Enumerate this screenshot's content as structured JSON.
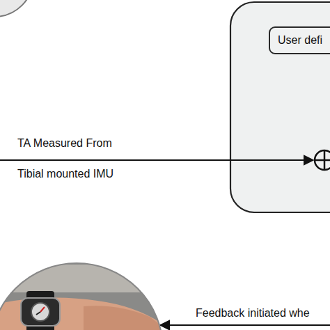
{
  "diagram": {
    "nodes": [
      {
        "text": [
          "User defi"
        ]
      }
    ],
    "labels": [
      "TA Measured From",
      "Tibial mounted IMU",
      "Feedback initiated whe"
    ]
  }
}
